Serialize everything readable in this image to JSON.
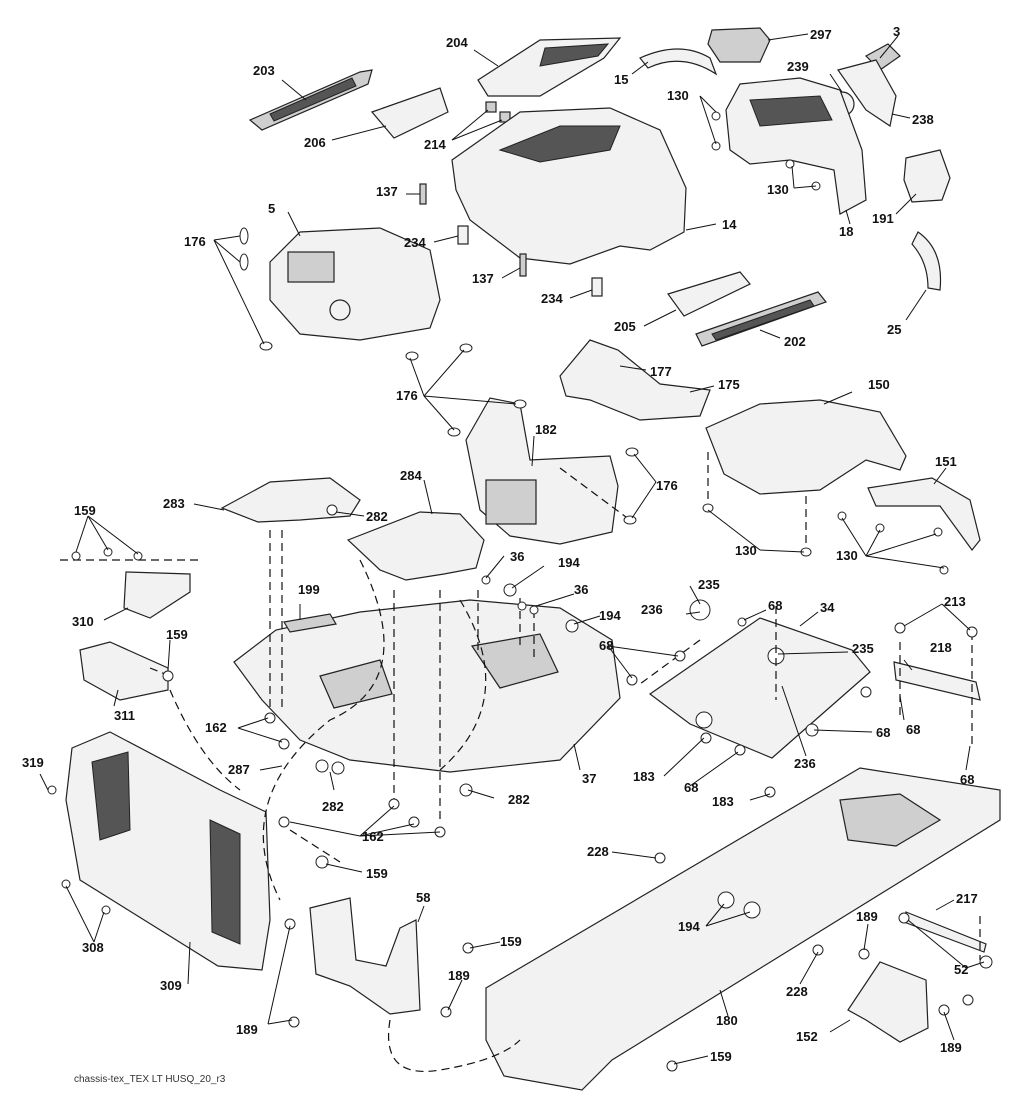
{
  "caption": "chassis-tex_TEX LT HUSQ_20_r3",
  "callouts": [
    {
      "id": "c203",
      "text": "203"
    },
    {
      "id": "c204",
      "text": "204"
    },
    {
      "id": "c297",
      "text": "297"
    },
    {
      "id": "c3",
      "text": "3"
    },
    {
      "id": "c15",
      "text": "15"
    },
    {
      "id": "c239",
      "text": "239"
    },
    {
      "id": "c130a",
      "text": "130"
    },
    {
      "id": "c238",
      "text": "238"
    },
    {
      "id": "c206",
      "text": "206"
    },
    {
      "id": "c214",
      "text": "214"
    },
    {
      "id": "c130b",
      "text": "130"
    },
    {
      "id": "c137a",
      "text": "137"
    },
    {
      "id": "c191",
      "text": "191"
    },
    {
      "id": "c5",
      "text": "5"
    },
    {
      "id": "c14",
      "text": "14"
    },
    {
      "id": "c18",
      "text": "18"
    },
    {
      "id": "c234a",
      "text": "234"
    },
    {
      "id": "c176a",
      "text": "176"
    },
    {
      "id": "c137b",
      "text": "137"
    },
    {
      "id": "c234b",
      "text": "234"
    },
    {
      "id": "c205",
      "text": "205"
    },
    {
      "id": "c202",
      "text": "202"
    },
    {
      "id": "c25",
      "text": "25"
    },
    {
      "id": "c177",
      "text": "177"
    },
    {
      "id": "c175",
      "text": "175"
    },
    {
      "id": "c150",
      "text": "150"
    },
    {
      "id": "c176b",
      "text": "176"
    },
    {
      "id": "c182",
      "text": "182"
    },
    {
      "id": "c151",
      "text": "151"
    },
    {
      "id": "c176c",
      "text": "176"
    },
    {
      "id": "c284",
      "text": "284"
    },
    {
      "id": "c283",
      "text": "283"
    },
    {
      "id": "c282a",
      "text": "282"
    },
    {
      "id": "c159a",
      "text": "159"
    },
    {
      "id": "c130c",
      "text": "130"
    },
    {
      "id": "c130d",
      "text": "130"
    },
    {
      "id": "c36a",
      "text": "36"
    },
    {
      "id": "c194a",
      "text": "194"
    },
    {
      "id": "c235a",
      "text": "235"
    },
    {
      "id": "c199",
      "text": "199"
    },
    {
      "id": "c36b",
      "text": "36"
    },
    {
      "id": "c236a",
      "text": "236"
    },
    {
      "id": "c68a",
      "text": "68"
    },
    {
      "id": "c34",
      "text": "34"
    },
    {
      "id": "c213",
      "text": "213"
    },
    {
      "id": "c310",
      "text": "310"
    },
    {
      "id": "c194b",
      "text": "194"
    },
    {
      "id": "c159b",
      "text": "159"
    },
    {
      "id": "c68b",
      "text": "68"
    },
    {
      "id": "c235b",
      "text": "235"
    },
    {
      "id": "c218",
      "text": "218"
    },
    {
      "id": "c311",
      "text": "311"
    },
    {
      "id": "c162a",
      "text": "162"
    },
    {
      "id": "c68c",
      "text": "68"
    },
    {
      "id": "c68d",
      "text": "68"
    },
    {
      "id": "c319",
      "text": "319"
    },
    {
      "id": "c287",
      "text": "287"
    },
    {
      "id": "c37",
      "text": "37"
    },
    {
      "id": "c183a",
      "text": "183"
    },
    {
      "id": "c236b",
      "text": "236"
    },
    {
      "id": "c68e",
      "text": "68"
    },
    {
      "id": "c68f",
      "text": "68"
    },
    {
      "id": "c183b",
      "text": "183"
    },
    {
      "id": "c282b",
      "text": "282"
    },
    {
      "id": "c282c",
      "text": "282"
    },
    {
      "id": "c162b",
      "text": "162"
    },
    {
      "id": "c228a",
      "text": "228"
    },
    {
      "id": "c159c",
      "text": "159"
    },
    {
      "id": "c58",
      "text": "58"
    },
    {
      "id": "c194c",
      "text": "194"
    },
    {
      "id": "c217",
      "text": "217"
    },
    {
      "id": "c308",
      "text": "308"
    },
    {
      "id": "c189a",
      "text": "189"
    },
    {
      "id": "c159d",
      "text": "159"
    },
    {
      "id": "c52",
      "text": "52"
    },
    {
      "id": "c309",
      "text": "309"
    },
    {
      "id": "c228b",
      "text": "228"
    },
    {
      "id": "c189b",
      "text": "189"
    },
    {
      "id": "c180",
      "text": "180"
    },
    {
      "id": "c189c",
      "text": "189"
    },
    {
      "id": "c152",
      "text": "152"
    },
    {
      "id": "c189d",
      "text": "189"
    },
    {
      "id": "c159e",
      "text": "159"
    }
  ]
}
